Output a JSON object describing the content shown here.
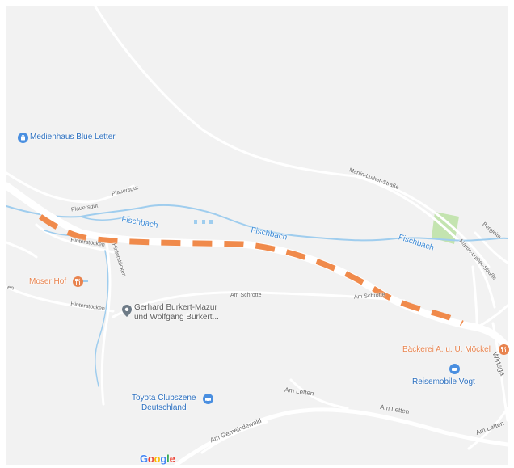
{
  "map": {
    "background": "#f2f2f2",
    "water_color": "#9fcdee",
    "route_color": "#f08a4b",
    "park_color": "#c4e4b0"
  },
  "streets": {
    "plauersgut_1": "Plauersgut",
    "plauersgut_2": "Plauersgut",
    "hinterstocken_1": "Hinterstöcken",
    "hinterstocken_2": "Hinterstöcken",
    "hinterstocken_3": "Hinterstöcken",
    "am_schrotte_1": "Am Schrotte",
    "am_schrotte_2": "Am Schrotte",
    "martin_luther_1": "Martin-Luther-Straße",
    "martin_luther_2": "Martin-Luther-Straße",
    "bergleite": "Bergleite",
    "wirtsgasse": "Wirtsga",
    "am_gemeindewald": "Am Gemeindewald",
    "am_letten_1": "Am Letten",
    "am_letten_2": "Am Letten",
    "am_letten_3": "Am Letten",
    "left_edge": "en"
  },
  "water": {
    "fischbach_1": "Fischbach",
    "fischbach_2": "Fischbach",
    "fischbach_3": "Fischbach"
  },
  "pois": {
    "medienhaus": {
      "label": "Medienhaus Blue Letter",
      "icon": "shopping-bag-icon"
    },
    "moser_hof": {
      "label": "Moser Hof",
      "icon": "restaurant-icon"
    },
    "burkert": {
      "line1": "Gerhard Burkert-Mazur",
      "line2": "und Wolfgang Burkert...",
      "icon": "location-pin-icon"
    },
    "baeckerei": {
      "label": "Bäckerei A. u. U. Möckel",
      "icon": "restaurant-icon"
    },
    "reisemobile": {
      "label": "Reisemobile Vogt",
      "icon": "car-icon"
    },
    "toyota": {
      "line1": "Toyota Clubszene",
      "line2": "Deutschland",
      "icon": "car-icon"
    }
  },
  "logo": {
    "letters": [
      "G",
      "o",
      "o",
      "g",
      "l",
      "e"
    ],
    "colors": [
      "#4285f4",
      "#ea4335",
      "#fbbc05",
      "#4285f4",
      "#34a853",
      "#ea4335"
    ]
  }
}
